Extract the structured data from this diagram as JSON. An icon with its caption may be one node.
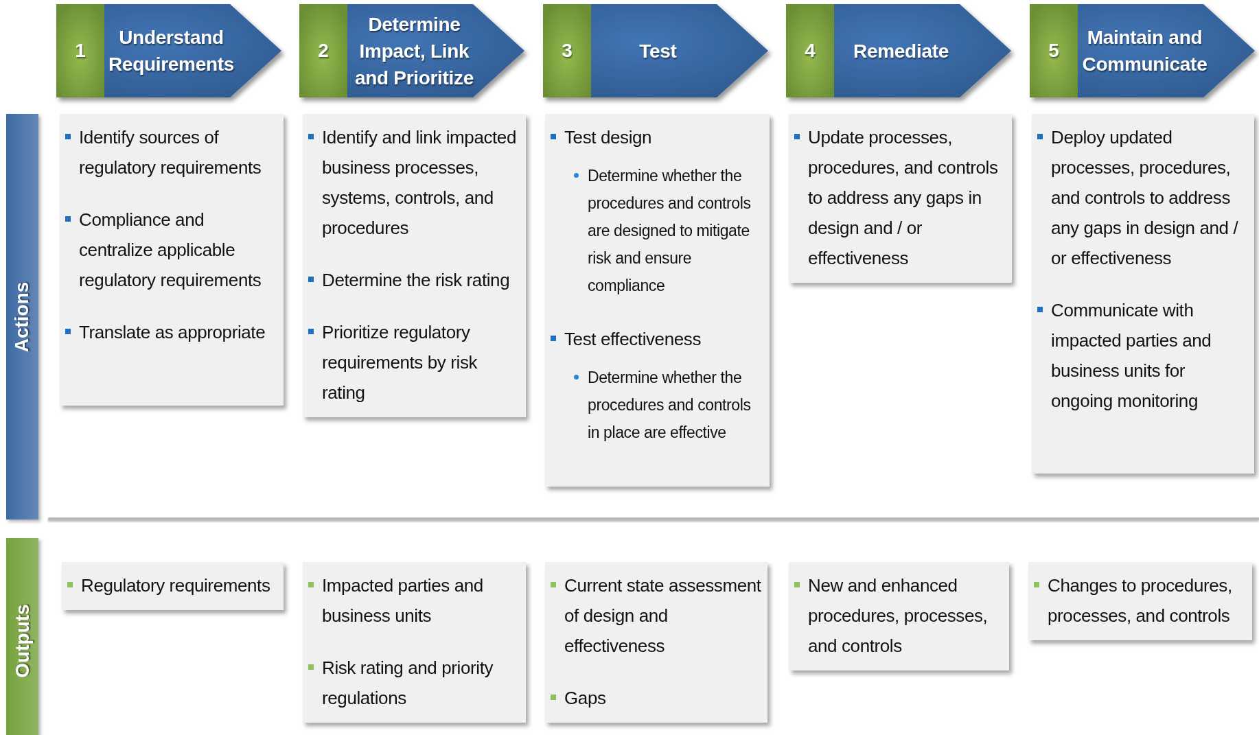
{
  "diagram": {
    "nodes": [
      {
        "text": [
          "1",
          "Understand Requirements"
        ]
      },
      {
        "text": [
          "2",
          "Determine Impact, Link and Prioritize"
        ]
      },
      {
        "text": [
          "3",
          "Test"
        ]
      },
      {
        "text": [
          "4",
          "Remediate"
        ]
      },
      {
        "text": [
          "5",
          "Maintain and Communicate"
        ]
      },
      {
        "text": [
          "Actions"
        ]
      },
      {
        "text": [
          "Identify sources of regulatory requirements",
          "Compliance and centralize applicable regulatory requirements",
          "Translate as appropriate"
        ]
      },
      {
        "text": [
          "Identify and link impacted business processes, systems, controls, and procedures",
          "Determine the risk rating",
          "Prioritize regulatory requirements by risk rating"
        ]
      },
      {
        "text": [
          "Test design",
          "Determine whether the procedures and controls are designed to mitigate risk and ensure compliance",
          "Test effectiveness",
          "Determine whether the procedures and controls in place are effective"
        ]
      },
      {
        "text": [
          "Update processes, procedures, and controls to address any gaps in design and / or effectiveness"
        ]
      },
      {
        "text": [
          "Deploy updated processes, procedures, and controls to address any gaps in design and / or effectiveness",
          "Communicate with impacted parties and business units for ongoing monitoring"
        ]
      },
      {
        "text": [
          "Outputs"
        ]
      },
      {
        "text": [
          "Regulatory requirements"
        ]
      },
      {
        "text": [
          "Impacted parties and business units",
          "Risk rating and priority regulations"
        ]
      },
      {
        "text": [
          "Current state assessment of design and effectiveness",
          "Gaps"
        ]
      },
      {
        "text": [
          "New and enhanced procedures, processes, and controls"
        ]
      },
      {
        "text": [
          "Changes to procedures, processes, and controls"
        ]
      }
    ]
  }
}
